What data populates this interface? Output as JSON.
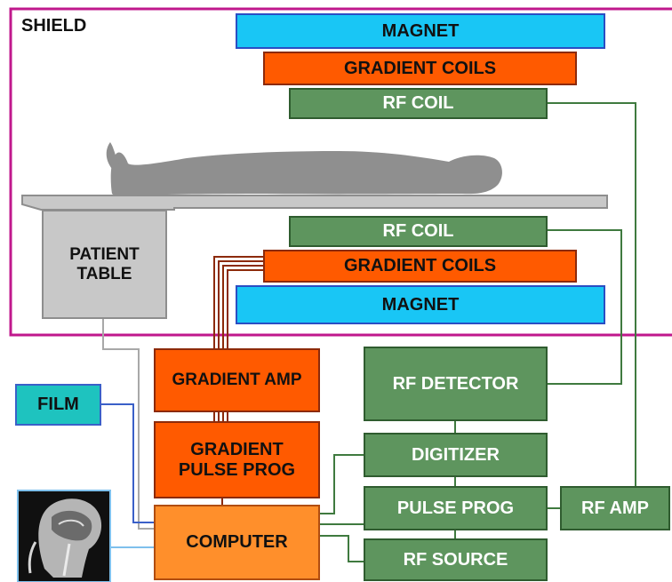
{
  "shield": {
    "label": "SHIELD"
  },
  "top": {
    "magnet": "MAGNET",
    "gradient_coils": "GRADIENT COILS",
    "rf_coil": "RF COIL"
  },
  "bottom": {
    "rf_coil": "RF COIL",
    "gradient_coils": "GRADIENT COILS",
    "magnet": "MAGNET"
  },
  "patient_table": "PATIENT\nTABLE",
  "gradient_amp": "GRADIENT AMP",
  "gradient_pulse_prog": "GRADIENT\nPULSE PROG",
  "computer": "COMPUTER",
  "film": "FILM",
  "rf_detector": "RF DETECTOR",
  "digitizer": "DIGITIZER",
  "pulse_prog": "PULSE PROG",
  "rf_amp": "RF AMP",
  "rf_source": "RF SOURCE",
  "colors": {
    "shield_border": "#c0188c",
    "magnet": "#19c6f5",
    "gradient": "#ff5a00",
    "rf": "#5e955e",
    "computer": "#ff8f2b",
    "film": "#1ec3bf",
    "table": "#c8c8c8"
  },
  "icons": {
    "patient": "human-silhouette",
    "scan": "mri-brain-scan-image"
  }
}
